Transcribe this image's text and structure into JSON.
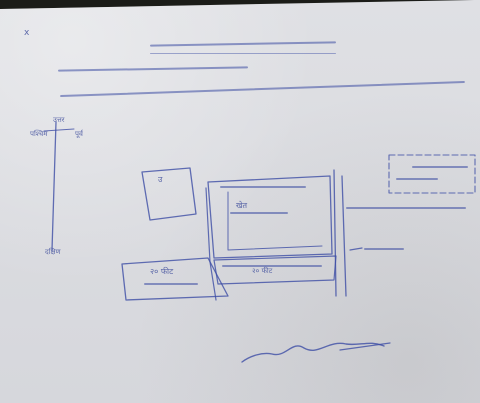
{
  "document": {
    "marks": {
      "top_left_mark": "x",
      "north_label": "उत्तर",
      "east_label": "पूर्व",
      "west_label": "पश्चिम",
      "south_label": "दक्षिण"
    },
    "plot_labels": {
      "northwest_abbr": "उ",
      "west_dimension": "२० फीट",
      "plot_marker": "खेत",
      "east_west_length": "२० फीट"
    }
  },
  "colors": {
    "ink": "#2e3e95",
    "paper": "#dcdde2",
    "background": "#1b1c18"
  }
}
